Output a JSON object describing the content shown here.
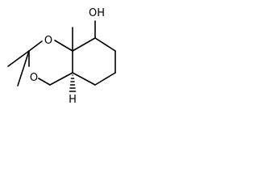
{
  "molecule": {
    "atoms": {
      "o_upper": "O",
      "o_lower": "O",
      "hydroxyl": "OH",
      "hydrogen": "H"
    },
    "bond_color": "#000000",
    "background": "#ffffff"
  }
}
